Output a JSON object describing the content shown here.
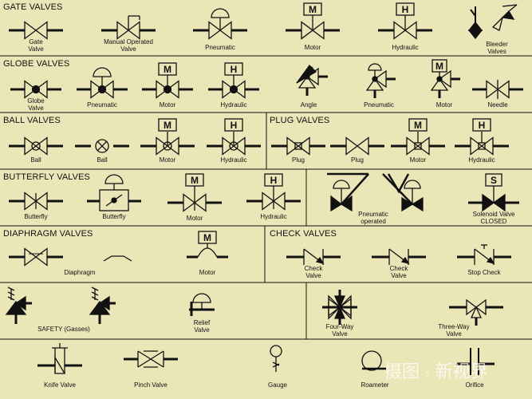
{
  "sections": {
    "gate": "GATE VALVES",
    "globe": "GLOBE VALVES",
    "ball": "BALL VALVES",
    "plug": "PLUG VALVES",
    "butterfly": "BUTTERFLY VALVES",
    "diaphragm": "DIAPHRAGM VALVES",
    "check": "CHECK VALVES"
  },
  "labels": {
    "gate_valve": "Gate\nValve",
    "gate_manual": "Manual Operated\nValve",
    "gate_pneumatic": "Pneumatic",
    "gate_motor": "Motor",
    "gate_hydraulic": "Hydraulic",
    "gate_bleeder": "Bleeder\nValves",
    "globe_valve": "Globe\nValve",
    "globe_pneumatic": "Pneumatic",
    "globe_motor": "Motor",
    "globe_hydraulic": "Hydraulic",
    "angle": "Angle",
    "angle_pneumatic": "Pneumatic",
    "angle_motor": "Motor",
    "needle": "Needle",
    "ball_1": "Ball",
    "ball_2": "Ball",
    "ball_motor": "Motor",
    "ball_hydraulic": "Hydraulic",
    "plug_1": "Plug",
    "plug_2": "Plug",
    "plug_motor": "Motor",
    "plug_hydraulic": "Hydraulic",
    "butterfly_1": "Butterfly",
    "butterfly_2": "Butterfly",
    "butterfly_motor": "Motor",
    "butterfly_hydraulic": "Hydraulic",
    "pneumatic_operated": "Pneumatic\noperated",
    "solenoid": "Solenoid Valve\nCLOSED",
    "diaphragm": "Diaphragm",
    "diaphragm_motor": "Motor",
    "check_1": "Check\nValve",
    "check_2": "Check\nValve",
    "stop_check": "Stop Check",
    "safety": "SAFETY (Gasses)",
    "relief": "Relief\nValve",
    "four_way": "Four-Way\nValve",
    "three_way": "Three-Way\nValve",
    "knife": "Knife Valve",
    "pinch": "Pinch Valve",
    "gauge": "Gauge",
    "roameter": "Roameter",
    "orifice": "Orifice"
  },
  "actuator_letters": {
    "motor": "M",
    "hydraulic": "H",
    "solenoid": "S"
  },
  "watermark": "摄图 · 新视界",
  "colors": {
    "background": "#ebe6b8",
    "ink": "#111111"
  }
}
